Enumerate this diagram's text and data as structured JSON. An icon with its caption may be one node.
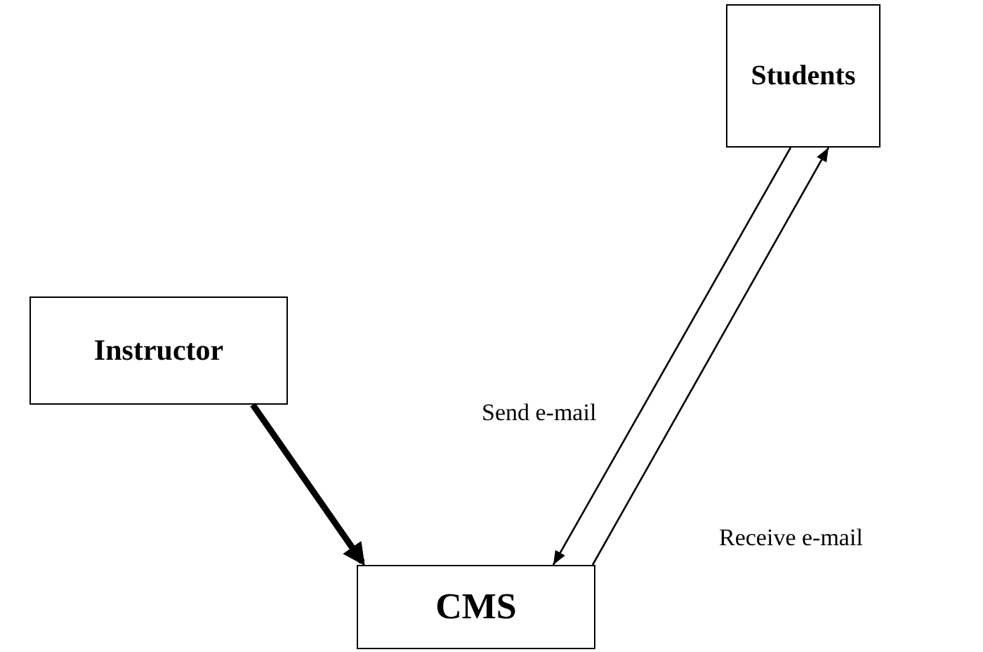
{
  "diagram": {
    "nodes": [
      {
        "text": [
          "Students"
        ]
      },
      {
        "text": [
          "Instructor"
        ]
      },
      {
        "text": [
          "CMS"
        ]
      }
    ],
    "edges": [
      {
        "from": 0,
        "to": 2,
        "arrow": "to",
        "label": "Send e-mail"
      },
      {
        "from": 2,
        "to": 0,
        "arrow": "to",
        "label": "Receive e-mail"
      },
      {
        "from": 1,
        "to": 2,
        "arrow": "to",
        "style": "thick"
      }
    ]
  }
}
